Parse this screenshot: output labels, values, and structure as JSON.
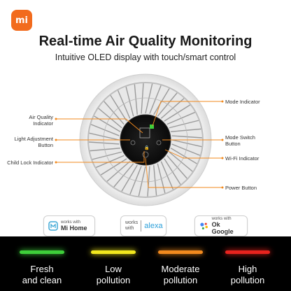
{
  "brand": {
    "logo_text": "mi",
    "color": "#f26b1d"
  },
  "header": {
    "title": "Real-time Air Quality Monitoring",
    "subtitle": "Intuitive OLED display with touch/smart control"
  },
  "callouts": {
    "air_quality_indicator": "Air Quality\nIndicator",
    "light_adjustment_button": "Light Adjustment\nButton",
    "child_lock_indicator": "Child Lock Indicator",
    "mode_indicator": "Mode Indicator",
    "mode_switch_button": "Mode Switch\nButton",
    "wifi_indicator": "Wi-Fi Indicator",
    "power_button": "Power Button"
  },
  "badges": {
    "mi_home": {
      "small": "works with",
      "big": "Mi Home"
    },
    "alexa": {
      "small": "works\nwith",
      "big": "alexa"
    },
    "google": {
      "small": "works with",
      "big": "Ok Google"
    }
  },
  "legend": [
    {
      "label": "Fresh\nand clean",
      "color": "#3ecf3a"
    },
    {
      "label": "Low\npollution",
      "color": "#f2e81e"
    },
    {
      "label": "Moderate\npollution",
      "color": "#f28a1e"
    },
    {
      "label": "High\npollution",
      "color": "#e8231e"
    }
  ]
}
